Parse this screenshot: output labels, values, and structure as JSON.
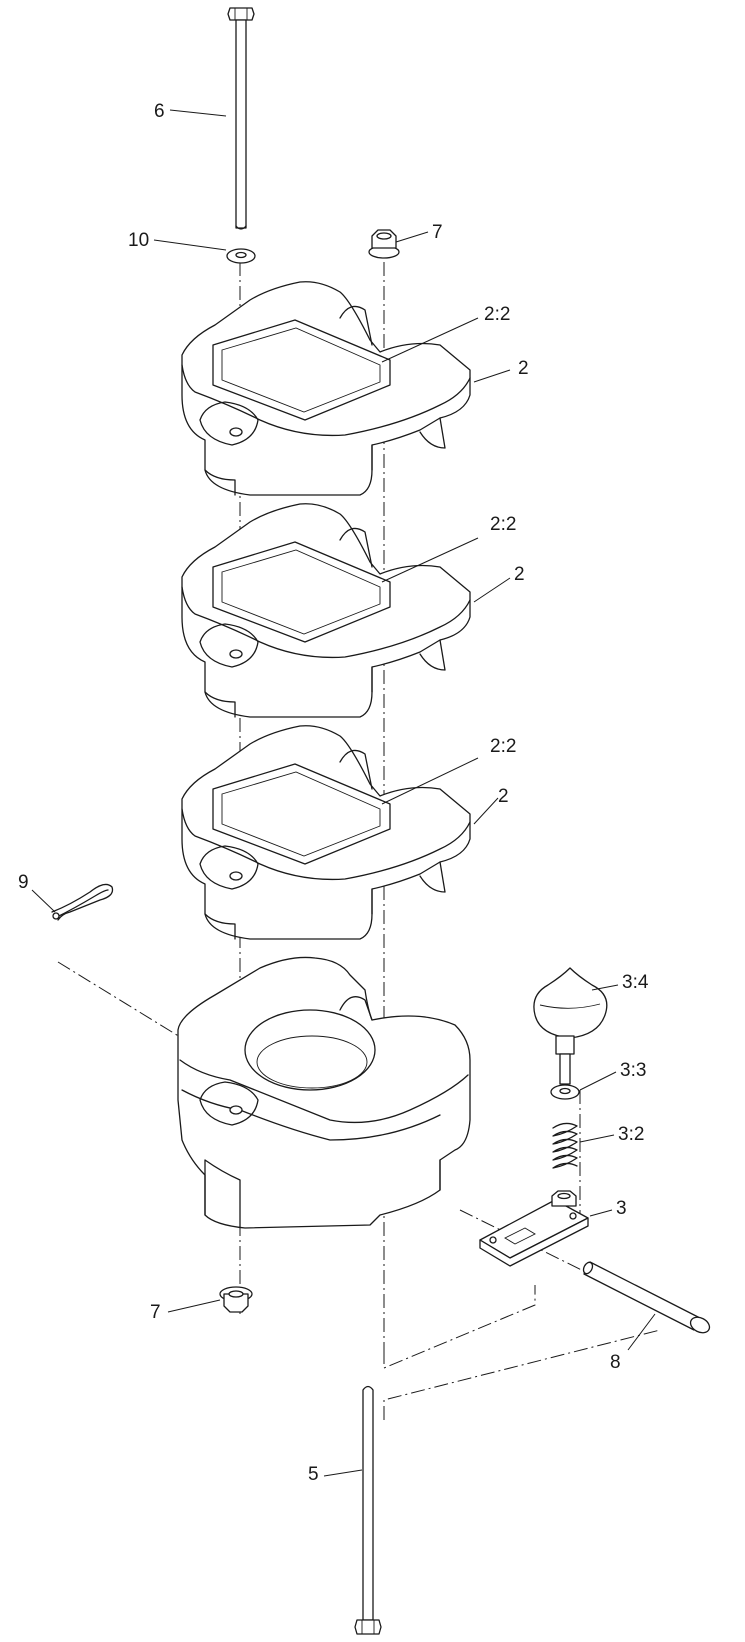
{
  "callouts": {
    "c6": "6",
    "c10": "10",
    "c7_top": "7",
    "c2_2_a": "2:2",
    "c2_a": "2",
    "c2_2_b": "2:2",
    "c2_b": "2",
    "c2_2_c": "2:2",
    "c2_c": "2",
    "c9": "9",
    "c3_4": "3:4",
    "c3_3": "3:3",
    "c3_2": "3:2",
    "c3": "3",
    "c7_bottom": "7",
    "c8": "8",
    "c5": "5"
  }
}
